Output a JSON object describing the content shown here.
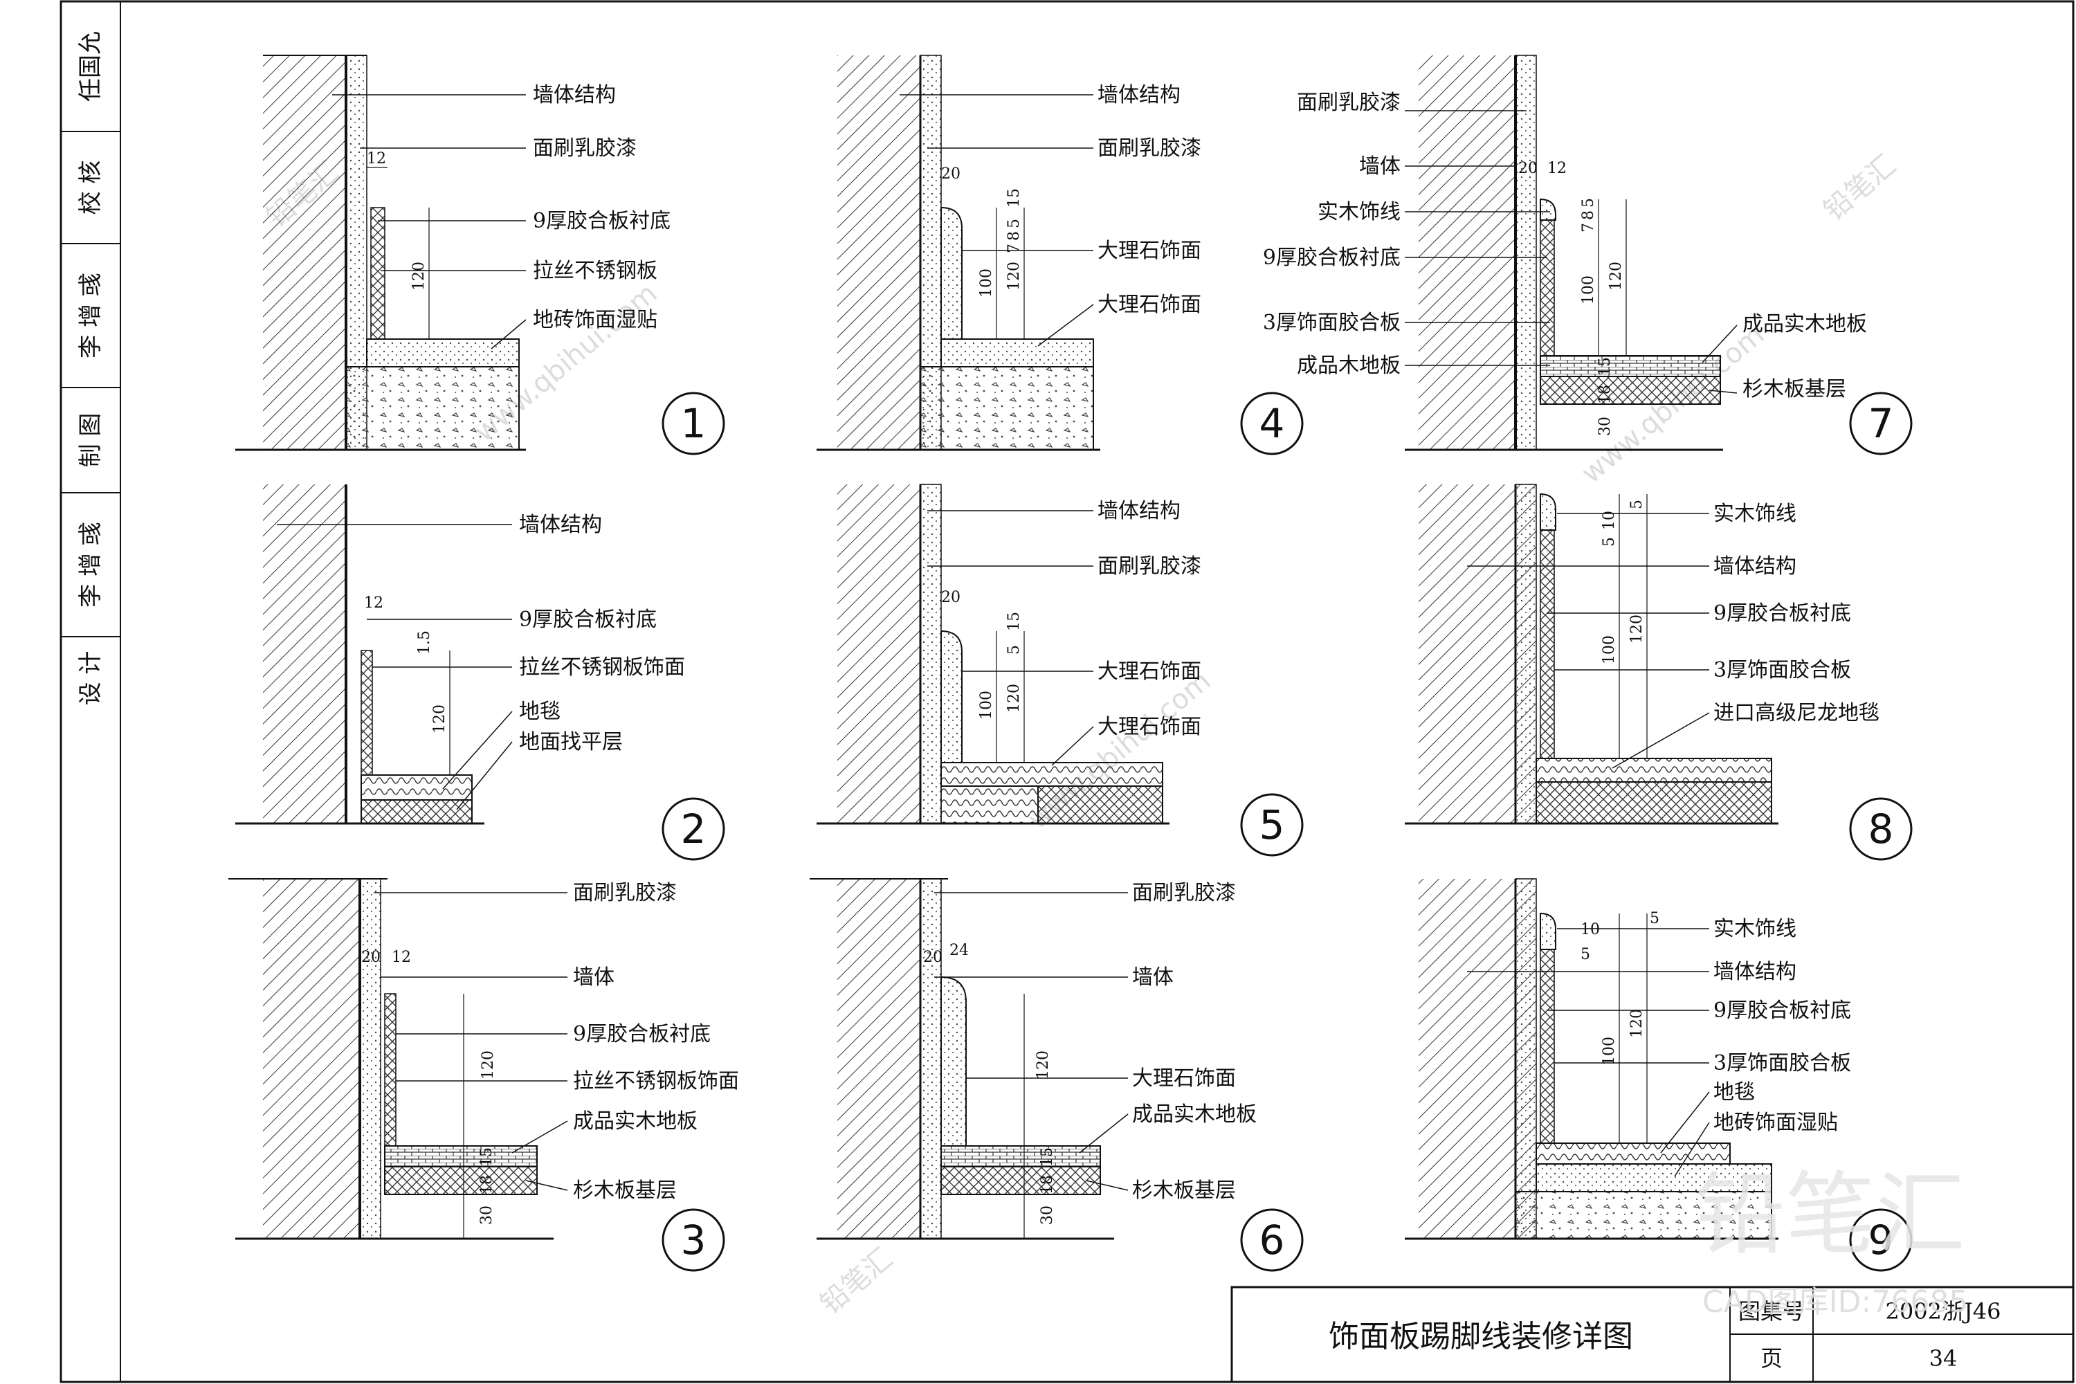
{
  "sidebar": {
    "rows": [
      "任国允",
      "校 核",
      "李 增 彧",
      "制 图",
      "李 增 彧",
      "设 计"
    ]
  },
  "details": [
    {
      "num": "1",
      "labels": [
        "墙体结构",
        "面刷乳胶漆",
        "9厚胶合板衬底",
        "拉丝不锈钢板",
        "地砖饰面湿贴"
      ],
      "dims": [
        "12",
        "120"
      ]
    },
    {
      "num": "2",
      "labels": [
        "墙体结构",
        "9厚胶合板衬底",
        "拉丝不锈钢板饰面",
        "地毯",
        "地面找平层"
      ],
      "dims": [
        "12",
        "1.5",
        "120"
      ]
    },
    {
      "num": "3",
      "labels": [
        "面刷乳胶漆",
        "墙体",
        "9厚胶合板衬底",
        "拉丝不锈钢板饰面",
        "成品实木地板",
        "杉木板基层"
      ],
      "dims": [
        "20",
        "12",
        "120",
        "15",
        "18",
        "30"
      ]
    },
    {
      "num": "4",
      "labels": [
        "墙体结构",
        "面刷乳胶漆",
        "大理石饰面",
        "大理石饰面"
      ],
      "dims": [
        "20",
        "15",
        "5",
        "8",
        "7",
        "100",
        "120"
      ]
    },
    {
      "num": "5",
      "labels": [
        "墙体结构",
        "面刷乳胶漆",
        "大理石饰面",
        "大理石饰面"
      ],
      "dims": [
        "20",
        "15",
        "5",
        "100",
        "120"
      ]
    },
    {
      "num": "6",
      "labels": [
        "面刷乳胶漆",
        "墙体",
        "大理石饰面",
        "成品实木地板",
        "杉木板基层"
      ],
      "dims": [
        "20",
        "24",
        "120",
        "15",
        "18",
        "30"
      ]
    },
    {
      "num": "7",
      "labels": [
        "面刷乳胶漆",
        "墙体",
        "实木饰线",
        "9厚胶合板衬底",
        "3厚饰面胶合板",
        "成品木地板",
        "成品实木地板",
        "杉木板基层"
      ],
      "dims": [
        "20",
        "12",
        "5",
        "8",
        "7",
        "100",
        "120",
        "15",
        "18",
        "30"
      ]
    },
    {
      "num": "8",
      "labels": [
        "实木饰线",
        "墙体结构",
        "9厚胶合板衬底",
        "3厚饰面胶合板",
        "进口高级尼龙地毯"
      ],
      "dims": [
        "10",
        "5",
        "5",
        "100",
        "120"
      ]
    },
    {
      "num": "9",
      "labels": [
        "实木饰线",
        "墙体结构",
        "9厚胶合板衬底",
        "3厚饰面胶合板",
        "地毯",
        "地砖饰面湿贴"
      ],
      "dims": [
        "10",
        "5",
        "5",
        "100",
        "120"
      ]
    }
  ],
  "title_block": {
    "title": "饰面板踢脚线装修详图",
    "atlas_label": "图集号",
    "atlas_value": "2002浙J46",
    "page_label": "页",
    "page_value": "34"
  },
  "watermark": {
    "text": "www.qbihui.com",
    "brand": "铅笔汇",
    "id_text": "CAD图库ID:76685"
  }
}
